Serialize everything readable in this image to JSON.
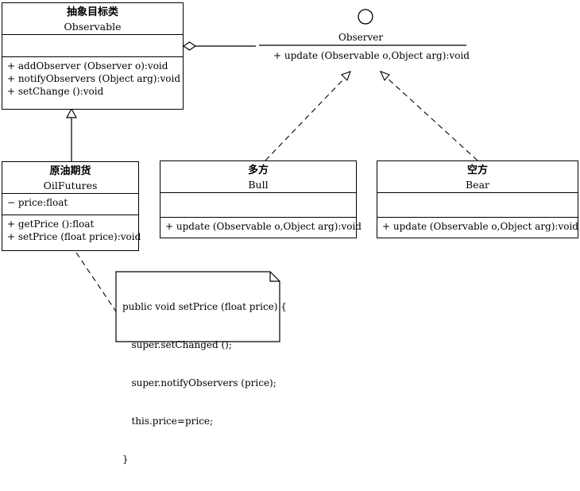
{
  "observable": {
    "name_cn": "抽象目标类",
    "name_en": "Observable",
    "operations": [
      "+ addObserver (Observer o):void",
      "+ notifyObservers (Object arg):void",
      "+ setChange ():void"
    ]
  },
  "observer": {
    "name": "Observer",
    "operation": "+ update (Observable o,Object arg):void"
  },
  "oil_futures": {
    "name_cn": "原油期货",
    "name_en": "OilFutures",
    "attributes": [
      "− price:float"
    ],
    "operations": [
      "+ getPrice ():float",
      "+ setPrice (float price):void"
    ]
  },
  "bull": {
    "name_cn": "多方",
    "name_en": "Bull",
    "operation": "+ update (Observable o,Object arg):void"
  },
  "bear": {
    "name_cn": "空方",
    "name_en": "Bear",
    "operation": "+ update (Observable o,Object arg):void"
  },
  "note": {
    "lines": [
      "public void setPrice (float price) {",
      "   super.setChanged ();",
      "   super.notifyObservers (price);",
      "   this.price=price;",
      "}"
    ]
  }
}
